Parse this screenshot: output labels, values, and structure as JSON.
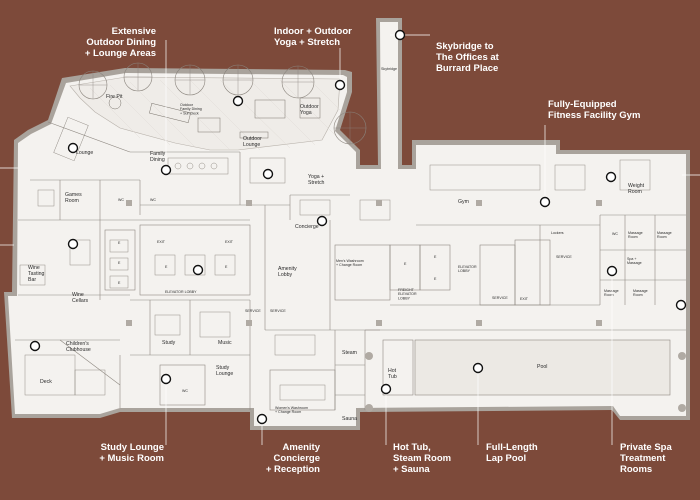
{
  "colors": {
    "background": "#7d4a3a",
    "floor": "#f4f2ef",
    "walls": "#a9a39c",
    "callout_text": "#ffffff"
  },
  "callouts": {
    "outdoor_dining": "Extensive\nOutdoor Dining\n+ Lounge Areas",
    "yoga": "Indoor + Outdoor\nYoga + Stretch",
    "skybridge": "Skybridge to\nThe Offices at\nBurrard Place",
    "gym": "Fully-Equipped\nFitness Facility Gym",
    "study_music": "Study Lounge\n+ Music Room",
    "amenity": "Amenity\nConcierge\n+ Reception",
    "hot_tub": "Hot Tub,\nSteam Room\n+ Sauna",
    "pool": "Full-Length\nLap Pool",
    "spa": "Private Spa\nTreatment Rooms"
  },
  "rooms": {
    "skybridge": "Skybridge",
    "fire_pit": "Fire Pit",
    "outdoor_family": "Outdoor\nFamily Dining\n+ Sun Deck",
    "outdoor_yoga": "Outdoor\nYoga",
    "outdoor_lounge": "Outdoor\nLounge",
    "lounge": "Lounge",
    "family_dining": "Family\nDining",
    "games_room": "Games\nRoom",
    "yoga_stretch": "Yoga +\nStretch",
    "gym": "Gym",
    "weight_room": "Weight\nRoom",
    "lockers": "Lockers",
    "massage_room": "Massage\nRoom",
    "spa_massage": "Spa +\nMassage",
    "concierge": "Concierge",
    "amenity_lobby": "Amenity\nLobby",
    "mens_washroom": "Men's Washroom\n+ Change Room",
    "womens_washroom": "Women's Washroom\n+ Change Room",
    "wine_tasting": "Wine\nTasting\nBar",
    "wine_cellars": "Wine\nCellars",
    "elevator_lobby": "ELEVATOR LOBBY",
    "elevator_lobby_2": "ELEVATOR\nLOBBY",
    "freight_elevator_lobby": "FREIGHT\nELEVATOR\nLOBBY",
    "study": "Study",
    "music": "Music",
    "study_lounge": "Study\nLounge",
    "childrens_clubhouse": "Children's\nClubhouse",
    "deck": "Deck",
    "steam": "Steam",
    "sauna": "Sauna",
    "hot_tub": "Hot\nTub",
    "pool": "Pool",
    "service": "SERVICE",
    "exit": "EXIT",
    "wc": "WC",
    "e": "E"
  }
}
